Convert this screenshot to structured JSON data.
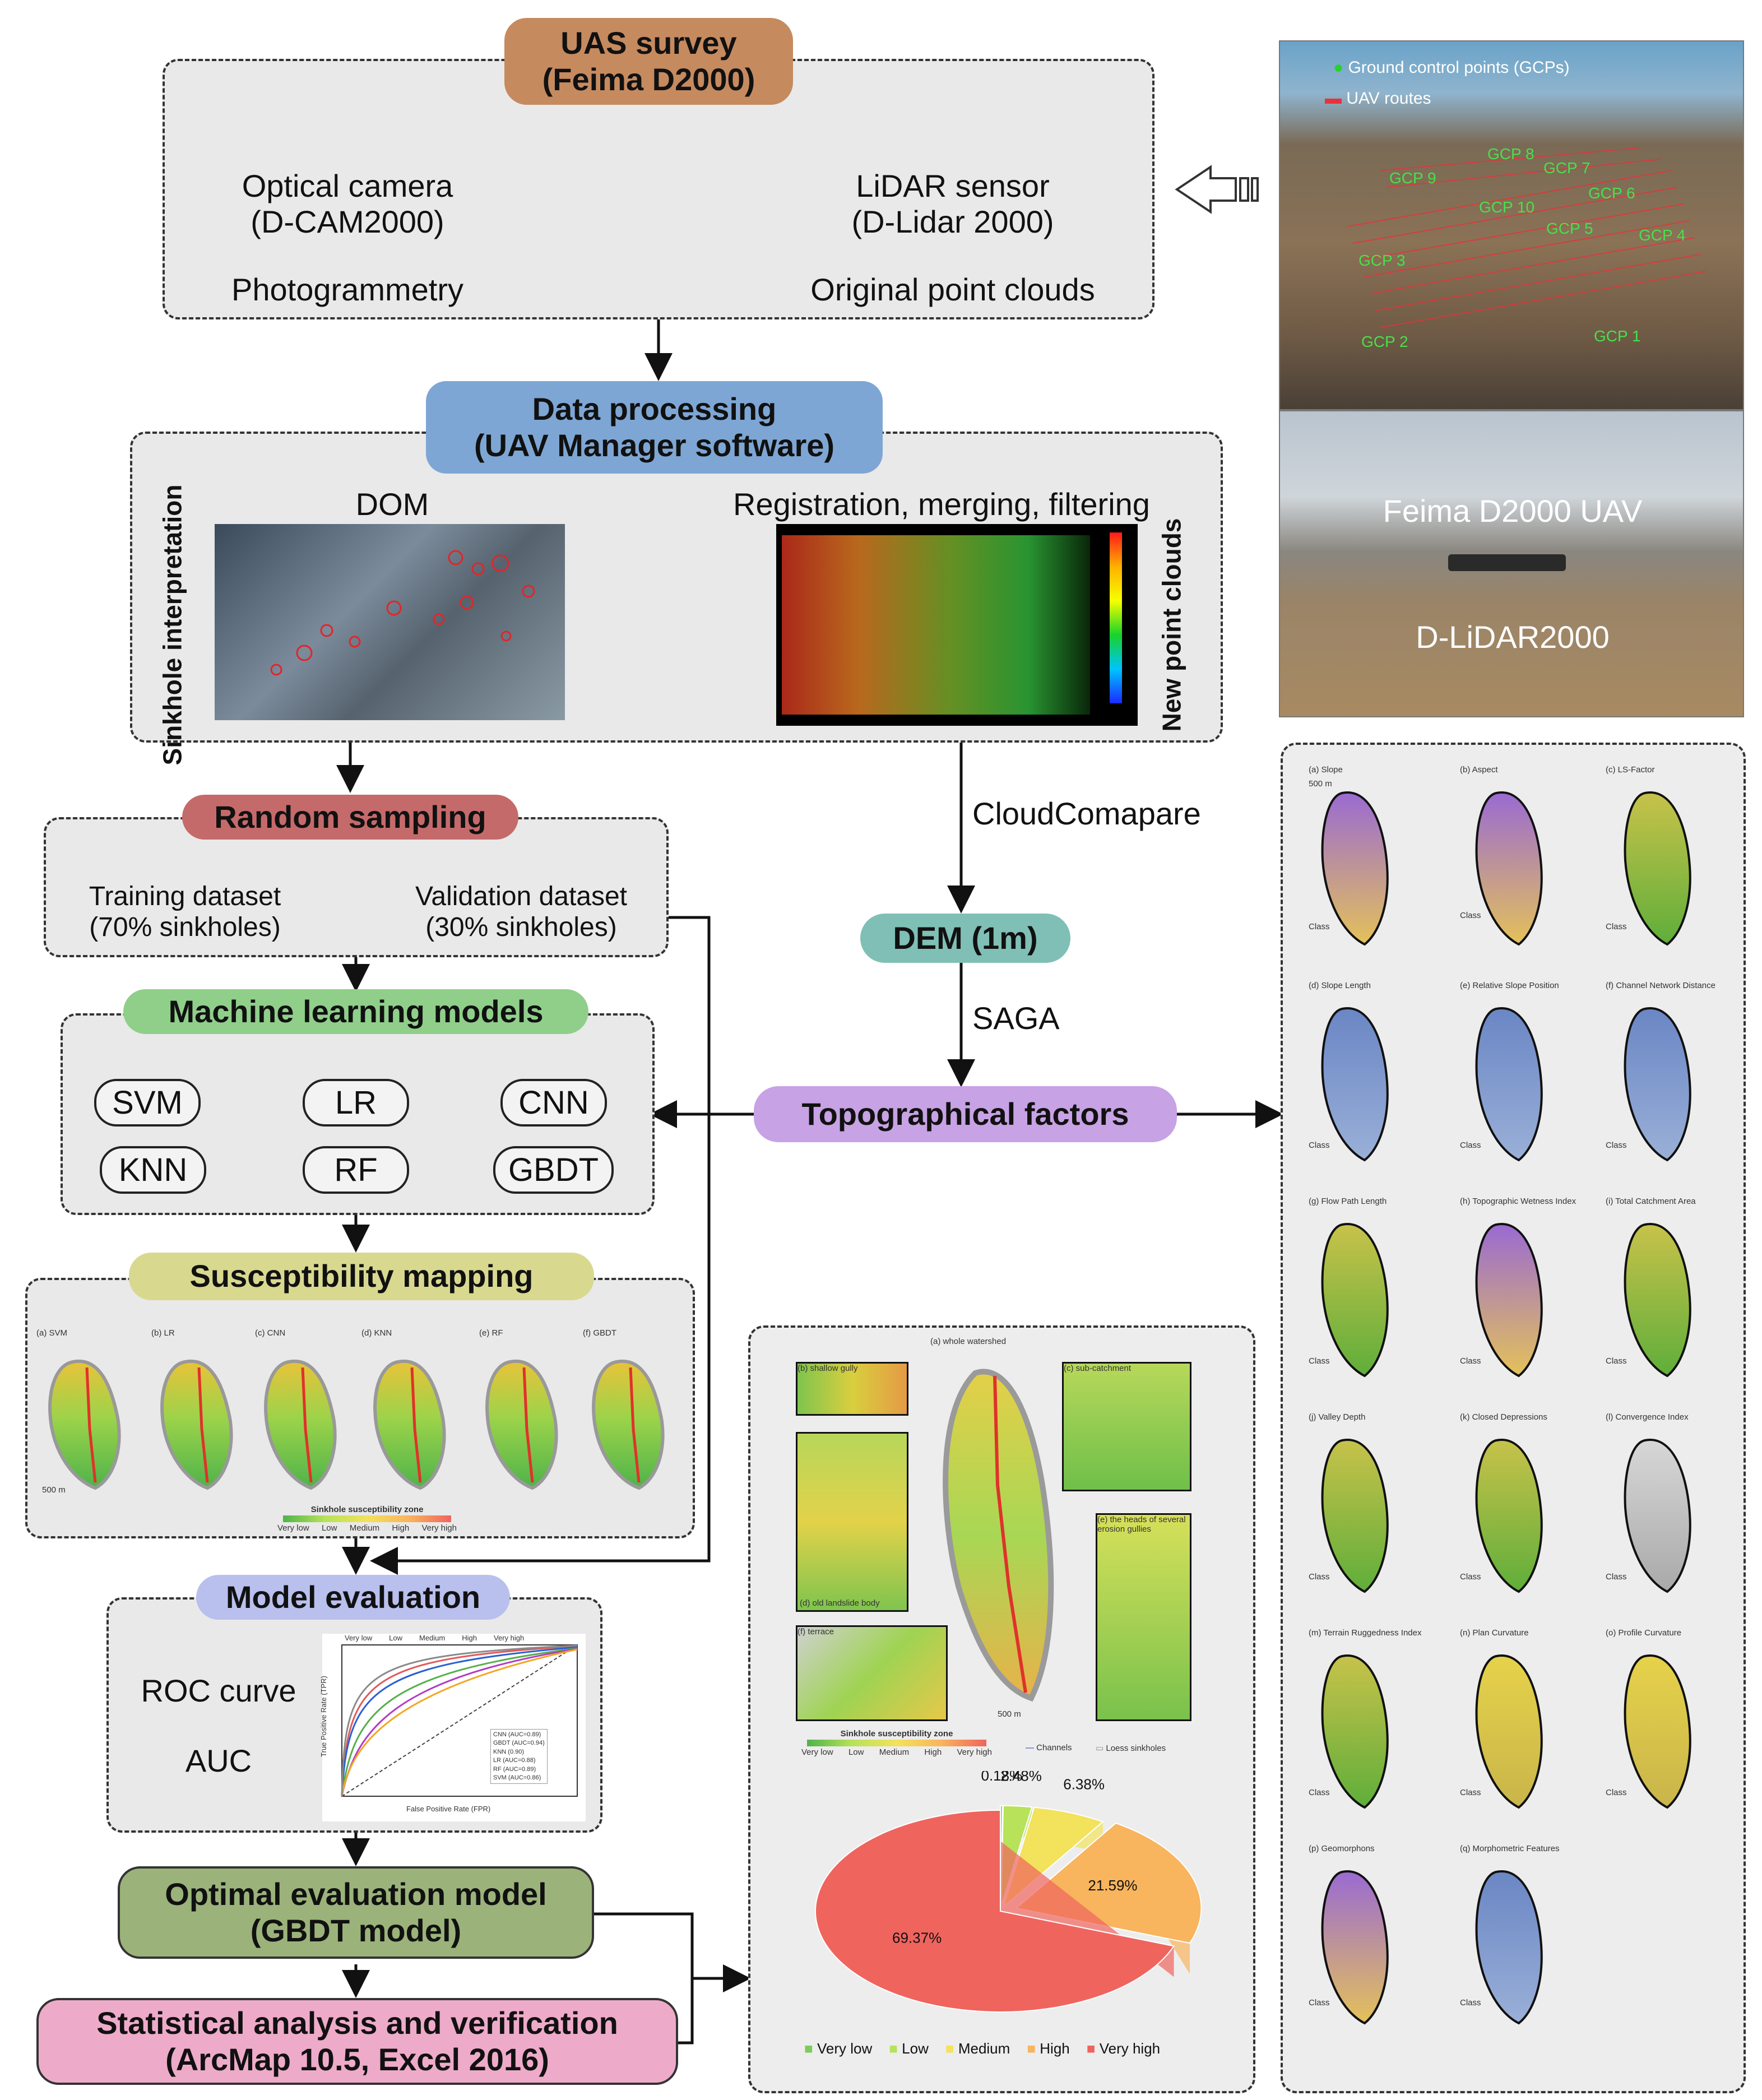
{
  "uas": {
    "title": "UAS survey",
    "subtitle": "(Feima D2000)",
    "optical": "Optical camera",
    "optical_model": "(D-CAM2000)",
    "photogrammetry": "Photogrammetry",
    "lidar": "LiDAR sensor",
    "lidar_model": "(D-Lidar 2000)",
    "point_clouds": "Original point clouds"
  },
  "processing": {
    "title": "Data processing",
    "subtitle": "(UAV Manager software)",
    "dom": "DOM",
    "sinkhole_interp": "Sinkhole interpretation",
    "registration": "Registration, merging, filtering",
    "new_point_clouds": "New point clouds"
  },
  "sampling": {
    "title": "Random sampling",
    "training": "Training dataset",
    "training_pct": "(70% sinkholes)",
    "validation": "Validation dataset",
    "validation_pct": "(30% sinkholes)"
  },
  "ml": {
    "title": "Machine learning models",
    "models": [
      "SVM",
      "LR",
      "CNN",
      "KNN",
      "RF",
      "GBDT"
    ]
  },
  "susceptibility": {
    "title": "Susceptibility mapping",
    "panels": [
      "(a) SVM",
      "(b) LR",
      "(c) CNN",
      "(d) KNN",
      "(e) RF",
      "(f) GBDT"
    ],
    "legend_title": "Sinkhole susceptibility zone",
    "zones": [
      "Very low",
      "Low",
      "Medium",
      "High",
      "Very high"
    ],
    "scale": "500 m"
  },
  "evaluation": {
    "title": "Model evaluation",
    "roc": "ROC curve",
    "auc": "AUC",
    "roc_zones": [
      "Very low",
      "Low",
      "Medium",
      "High",
      "Very high"
    ],
    "x_label": "False Positive Rate (FPR)",
    "y_label": "True Positive Rate (TPR)",
    "legend": [
      "CNN (AUC=0.89)",
      "GBDT (AUC=0.94)",
      "KNN (0.90)",
      "LR (AUC=0.88)",
      "RF (AUC=0.89)",
      "SVM (AUC=0.86)"
    ]
  },
  "optimal": {
    "title": "Optimal evaluation model",
    "subtitle": "(GBDT model)"
  },
  "stats": {
    "title": "Statistical analysis and verification",
    "subtitle": "(ArcMap 10.5, Excel 2016)"
  },
  "dem": {
    "title": "DEM (1m)",
    "cloudcompare": "CloudComapare",
    "saga": "SAGA"
  },
  "topo": {
    "title": "Topographical factors",
    "factors": [
      "(a) Slope",
      "(b) Aspect",
      "(c) LS-Factor",
      "(d) Slope Length",
      "(e) Relative Slope Position",
      "(f) Channel Network Distance",
      "(g) Flow Path Length",
      "(h) Topographic Wetness Index",
      "(i) Total Catchment Area",
      "(j) Valley Depth",
      "(k) Closed Depressions",
      "(l) Convergence Index",
      "(m) Terrain Ruggedness Index",
      "(n) Plan Curvature",
      "(o) Profile Curvature",
      "(p) Geomorphons",
      "(q) Morphometric Features"
    ],
    "class_label": "Class",
    "scale": "500 m"
  },
  "photos": {
    "gcp_legend": "Ground control points (GCPs)",
    "routes_legend": "UAV routes",
    "gcps": [
      "GCP 1",
      "GCP 2",
      "GCP 3",
      "GCP 4",
      "GCP 5",
      "GCP 6",
      "GCP 7",
      "GCP 8",
      "GCP 9",
      "GCP 10"
    ],
    "uav": "Feima D2000 UAV",
    "lidar": "D-LiDAR2000"
  },
  "watershed": {
    "title": "(a) whole watershed",
    "insets": [
      "(b) shallow gully",
      "(c) sub-catchment",
      "(d) old landslide body",
      "(e) the heads of several erosion gullies",
      "(f) terrace"
    ],
    "legend_title": "Sinkhole susceptibility zone",
    "zones": [
      "Very low",
      "Low",
      "Medium",
      "High",
      "Very high"
    ],
    "channels": "Channels",
    "loess": "Loess sinkholes",
    "scale": "500 m"
  },
  "pie": {
    "labels": [
      "Very low",
      "Low",
      "Medium",
      "High",
      "Very high"
    ],
    "values": [
      0.18,
      2.48,
      6.38,
      21.59,
      69.37
    ],
    "value_labels": [
      "0.18%",
      "2.48%",
      "6.38%",
      "21.59%",
      "69.37%"
    ],
    "colors": [
      "#7ccb5c",
      "#b7e25a",
      "#f2e25c",
      "#f9b45e",
      "#f0645e"
    ]
  },
  "colors": {
    "uas": "#c68a5f",
    "processing": "#7ea6d4",
    "sampling": "#c56a6a",
    "ml": "#8fcf8a",
    "susceptibility": "#d8d98f",
    "evaluation": "#b9c0ee",
    "optimal": "#9bb37a",
    "stats": "#eeabc9",
    "dem": "#7fbfb6",
    "topo": "#c7a2e4"
  }
}
